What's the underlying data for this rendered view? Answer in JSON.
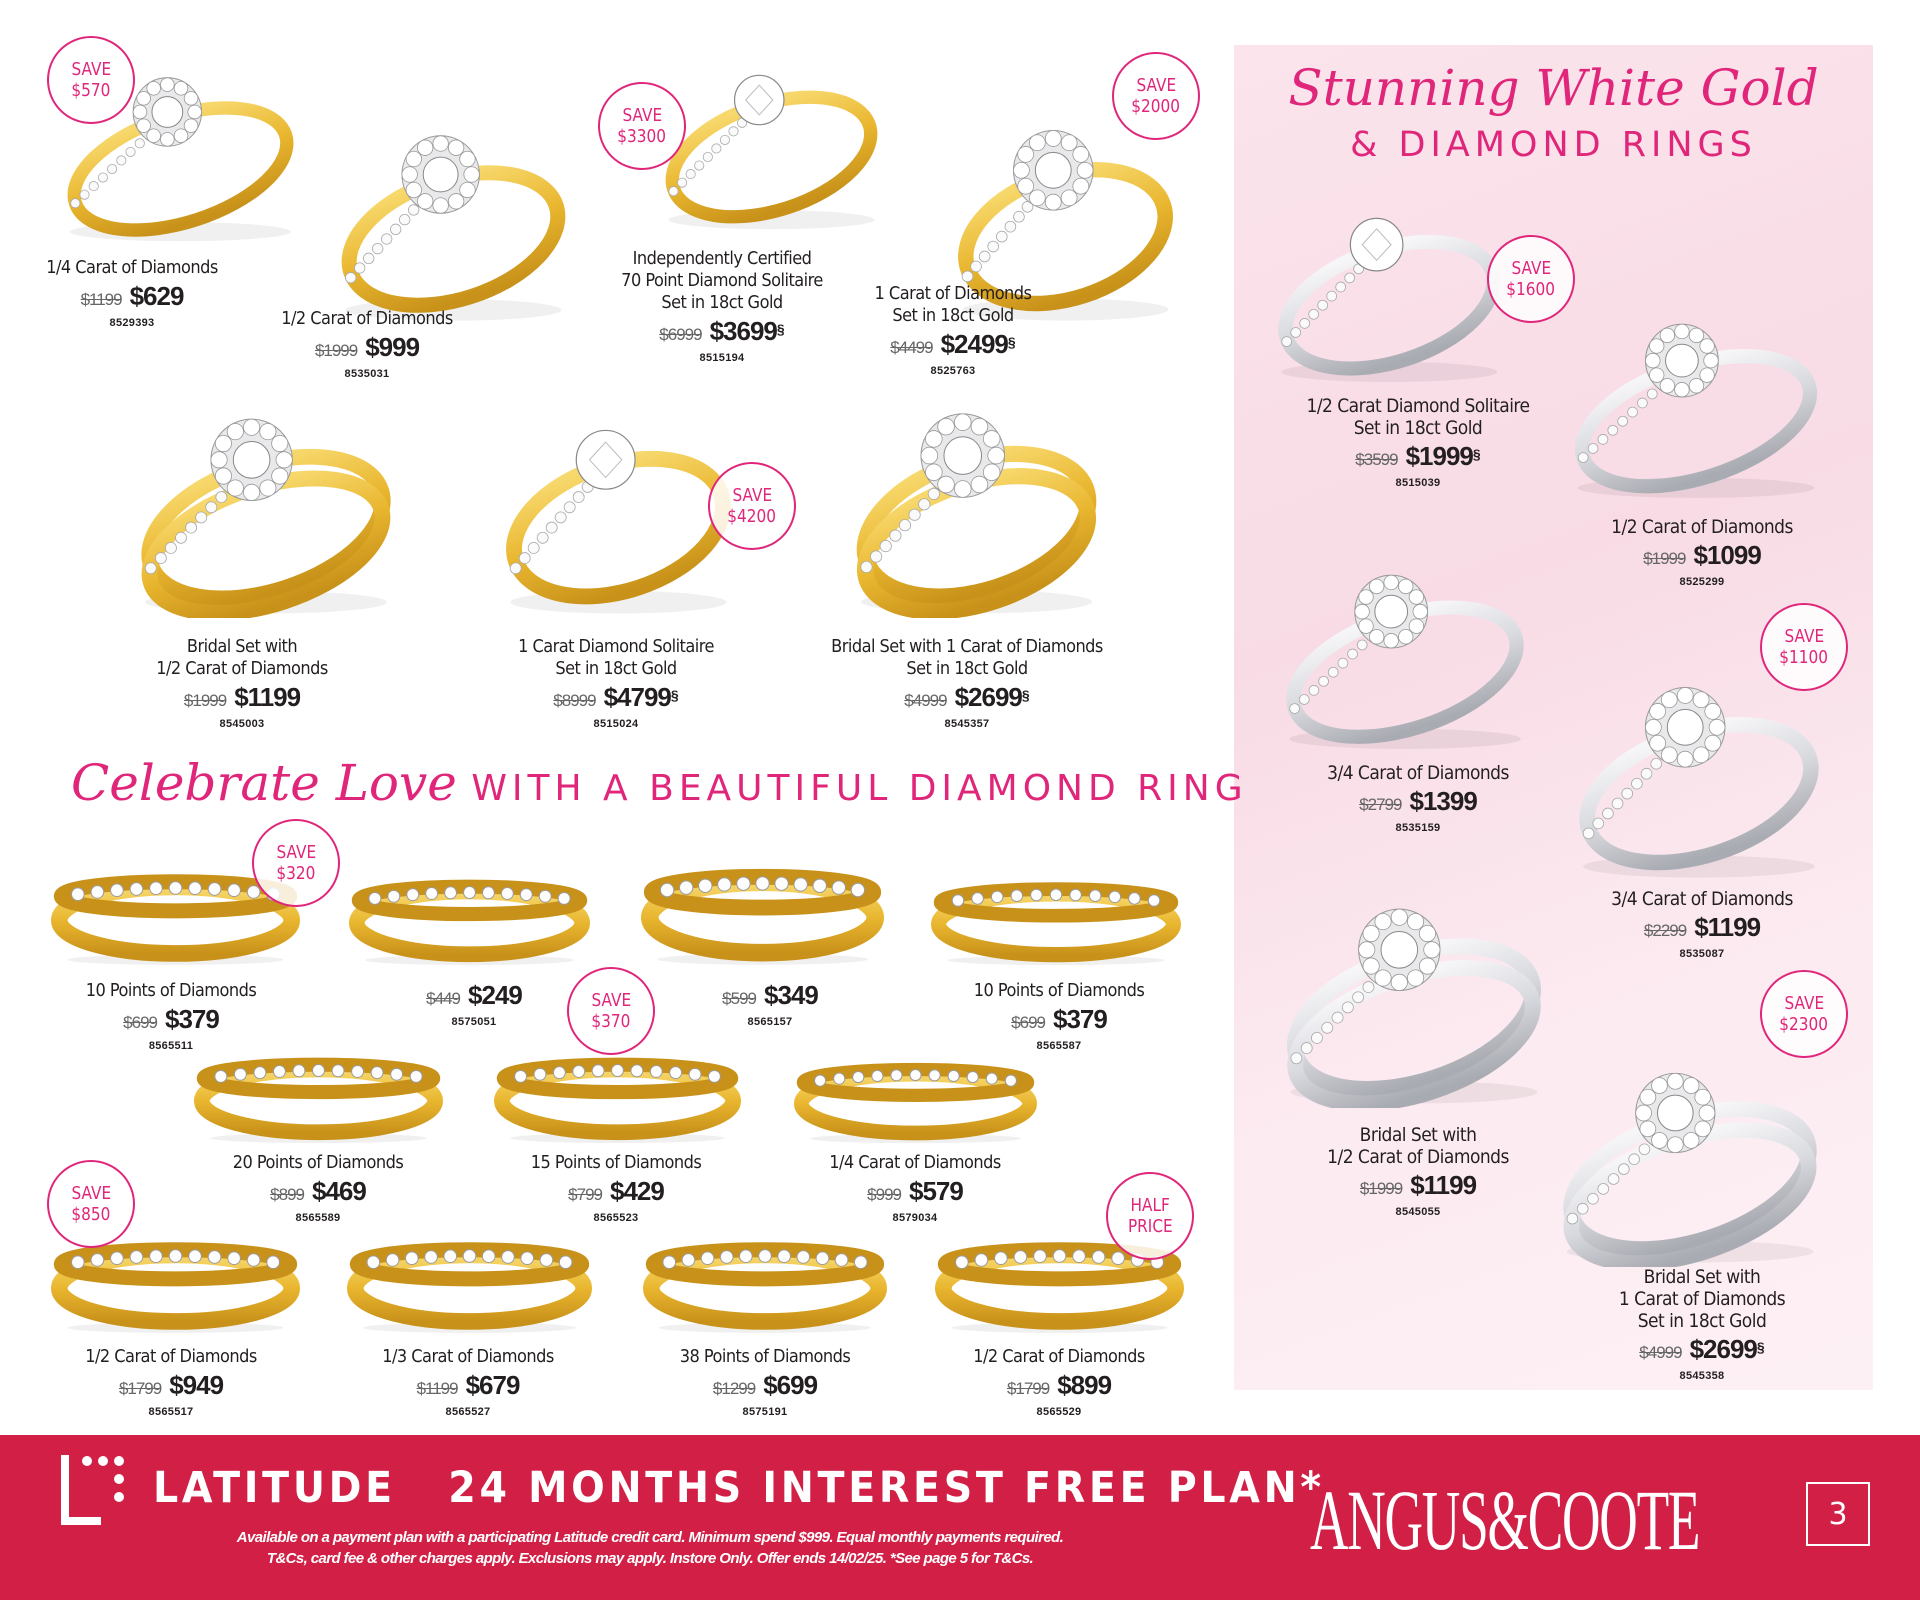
{
  "colors": {
    "accent_pink": "#e0267a",
    "footer_red": "#d21f46",
    "gold": "#e9b62f",
    "white_gold": "#d8d9de",
    "panel_pink": "#f9dfe8"
  },
  "section_heading": {
    "script": "Celebrate Love",
    "caps": "WITH A BEAUTIFUL DIAMOND RING"
  },
  "featured": [
    {
      "title": [
        "1/4 Carat of Diamonds"
      ],
      "was": "$1199",
      "now": "$629",
      "note": "",
      "code": "8529393",
      "badge": [
        "SAVE",
        "$570"
      ],
      "metal": "gold",
      "style": "cluster"
    },
    {
      "title": [
        "1/2 Carat of Diamonds"
      ],
      "was": "$1999",
      "now": "$999",
      "note": "",
      "code": "8535031",
      "badge": null,
      "metal": "gold",
      "style": "halo"
    },
    {
      "title": [
        "Independently Certified",
        "70 Point Diamond Solitaire",
        "Set in 18ct Gold"
      ],
      "was": "$6999",
      "now": "$3699",
      "note": "§",
      "code": "8515194",
      "badge": [
        "SAVE",
        "$3300"
      ],
      "metal": "gold",
      "style": "solitaire"
    },
    {
      "title": [
        "1 Carat of Diamonds",
        "Set in 18ct Gold"
      ],
      "was": "$4499",
      "now": "$2499",
      "note": "§",
      "code": "8525763",
      "badge": [
        "SAVE",
        "$2000"
      ],
      "metal": "gold",
      "style": "halo"
    },
    {
      "title": [
        "Bridal Set with",
        "1/2 Carat of Diamonds"
      ],
      "was": "$1999",
      "now": "$1199",
      "note": "",
      "code": "8545003",
      "badge": null,
      "metal": "gold",
      "style": "bridal"
    },
    {
      "title": [
        "1 Carat Diamond Solitaire",
        "Set in 18ct Gold"
      ],
      "was": "$8999",
      "now": "$4799",
      "note": "§",
      "code": "8515024",
      "badge": [
        "SAVE",
        "$4200"
      ],
      "metal": "gold",
      "style": "solitaire"
    },
    {
      "title": [
        "Bridal Set with 1 Carat of Diamonds",
        "Set in 18ct Gold"
      ],
      "was": "$4999",
      "now": "$2699",
      "note": "§",
      "code": "8545357",
      "badge": null,
      "metal": "gold",
      "style": "bridal"
    }
  ],
  "bands": [
    {
      "title": [
        "10 Points of Diamonds"
      ],
      "was": "$699",
      "now": "$379",
      "code": "8565511",
      "badge": [
        "SAVE",
        "$320"
      ]
    },
    {
      "title": [],
      "was": "$449",
      "now": "$249",
      "code": "8575051",
      "badge": null
    },
    {
      "title": [],
      "was": "$599",
      "now": "$349",
      "code": "8565157",
      "badge": null
    },
    {
      "title": [
        "10 Points of Diamonds"
      ],
      "was": "$699",
      "now": "$379",
      "code": "8565587",
      "badge": null
    },
    {
      "title": [
        "20 Points of Diamonds"
      ],
      "was": "$899",
      "now": "$469",
      "code": "8565589",
      "badge": null
    },
    {
      "title": [
        "15 Points of Diamonds"
      ],
      "was": "$799",
      "now": "$429",
      "code": "8565523",
      "badge": [
        "SAVE",
        "$370"
      ]
    },
    {
      "title": [
        "1/4 Carat of Diamonds"
      ],
      "was": "$999",
      "now": "$579",
      "code": "8579034",
      "badge": null
    },
    {
      "title": [
        "1/2 Carat of Diamonds"
      ],
      "was": "$1799",
      "now": "$949",
      "code": "8565517",
      "badge": [
        "SAVE",
        "$850"
      ]
    },
    {
      "title": [
        "1/3 Carat of Diamonds"
      ],
      "was": "$1199",
      "now": "$679",
      "code": "8565527",
      "badge": null
    },
    {
      "title": [
        "38 Points of Diamonds"
      ],
      "was": "$1299",
      "now": "$699",
      "code": "8575191",
      "badge": null
    },
    {
      "title": [
        "1/2 Carat of Diamonds"
      ],
      "was": "$1799",
      "now": "$899",
      "code": "8565529",
      "badge": [
        "HALF",
        "PRICE"
      ]
    }
  ],
  "white_gold_panel": {
    "script": "Stunning White Gold",
    "caps": "& DIAMOND RINGS",
    "products": [
      {
        "title": [
          "1/2 Carat Diamond Solitaire",
          "Set in 18ct Gold"
        ],
        "was": "$3599",
        "now": "$1999",
        "note": "§",
        "code": "8515039",
        "badge": [
          "SAVE",
          "$1600"
        ],
        "style": "solitaire"
      },
      {
        "title": [
          "1/2 Carat of Diamonds"
        ],
        "was": "$1999",
        "now": "$1099",
        "note": "",
        "code": "8525299",
        "badge": null,
        "style": "halo"
      },
      {
        "title": [
          "3/4 Carat of Diamonds"
        ],
        "was": "$2799",
        "now": "$1399",
        "note": "",
        "code": "8535159",
        "badge": null,
        "style": "cluster"
      },
      {
        "title": [
          "3/4 Carat of Diamonds"
        ],
        "was": "$2299",
        "now": "$1199",
        "note": "",
        "code": "8535087",
        "badge": [
          "SAVE",
          "$1100"
        ],
        "style": "halo"
      },
      {
        "title": [
          "Bridal Set with",
          "1/2 Carat of Diamonds"
        ],
        "was": "$1999",
        "now": "$1199",
        "note": "",
        "code": "8545055",
        "badge": null,
        "style": "bridal"
      },
      {
        "title": [
          "Bridal Set with",
          "1 Carat of Diamonds",
          "Set in 18ct Gold"
        ],
        "was": "$4999",
        "now": "$2699",
        "note": "§",
        "code": "8545358",
        "badge": [
          "SAVE",
          "$2300"
        ],
        "style": "bridal"
      }
    ]
  },
  "footer": {
    "latitude": "LATITUDE",
    "headline": "24 MONTHS INTEREST FREE PLAN*",
    "fine_print": [
      "Available on a payment plan with a participating Latitude credit card. Minimum spend $999. Equal monthly payments required.",
      "T&Cs, card fee & other charges apply. Exclusions may apply. Instore Only. Offer ends 14/02/25. *See page 5 for T&Cs."
    ],
    "brand": "ANGUS&COOTE",
    "page_number": "3"
  }
}
